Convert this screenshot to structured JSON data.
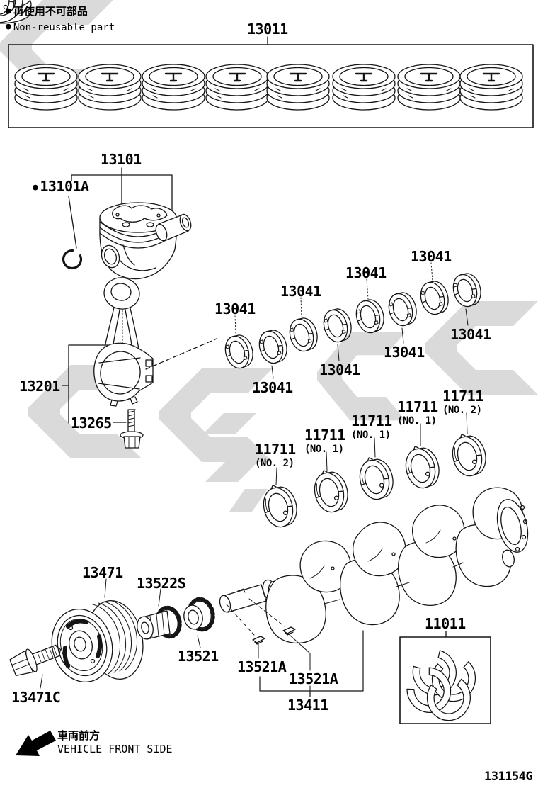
{
  "legend": {
    "bullet": "●",
    "non_reusable_ja": "再使用不可部品",
    "non_reusable_en": "Non-reusable part"
  },
  "parts": {
    "piston_ring_set": {
      "label": "13011"
    },
    "piston_with_pin": {
      "label": "13101"
    },
    "piston_pin_snap_ring": {
      "label": "13101A",
      "bullet": "●"
    },
    "connecting_rod": {
      "label": "13201"
    },
    "connecting_rod_bolt": {
      "label": "13265"
    },
    "connecting_rod_bearing": {
      "label": "13041",
      "count": 8
    },
    "crankshaft_bearing": {
      "label": "11711",
      "variants": [
        "(NO. 2)",
        "(NO. 1)",
        "(NO. 1)",
        "(NO. 1)",
        "(NO. 2)"
      ]
    },
    "crankshaft_pulley": {
      "label": "13471"
    },
    "pulley_bolt": {
      "label": "13471C"
    },
    "timing_gear": {
      "label": "13522S"
    },
    "crankshaft_sprocket": {
      "label": "13521"
    },
    "woodruff_key": {
      "label": "13521A",
      "count": 2
    },
    "crankshaft": {
      "label": "13411"
    },
    "thrust_washer_set": {
      "label": "11011"
    }
  },
  "footer": {
    "front_ja": "車両前方",
    "front_en": "VEHICLE FRONT SIDE",
    "diagram_code": "131154G"
  }
}
